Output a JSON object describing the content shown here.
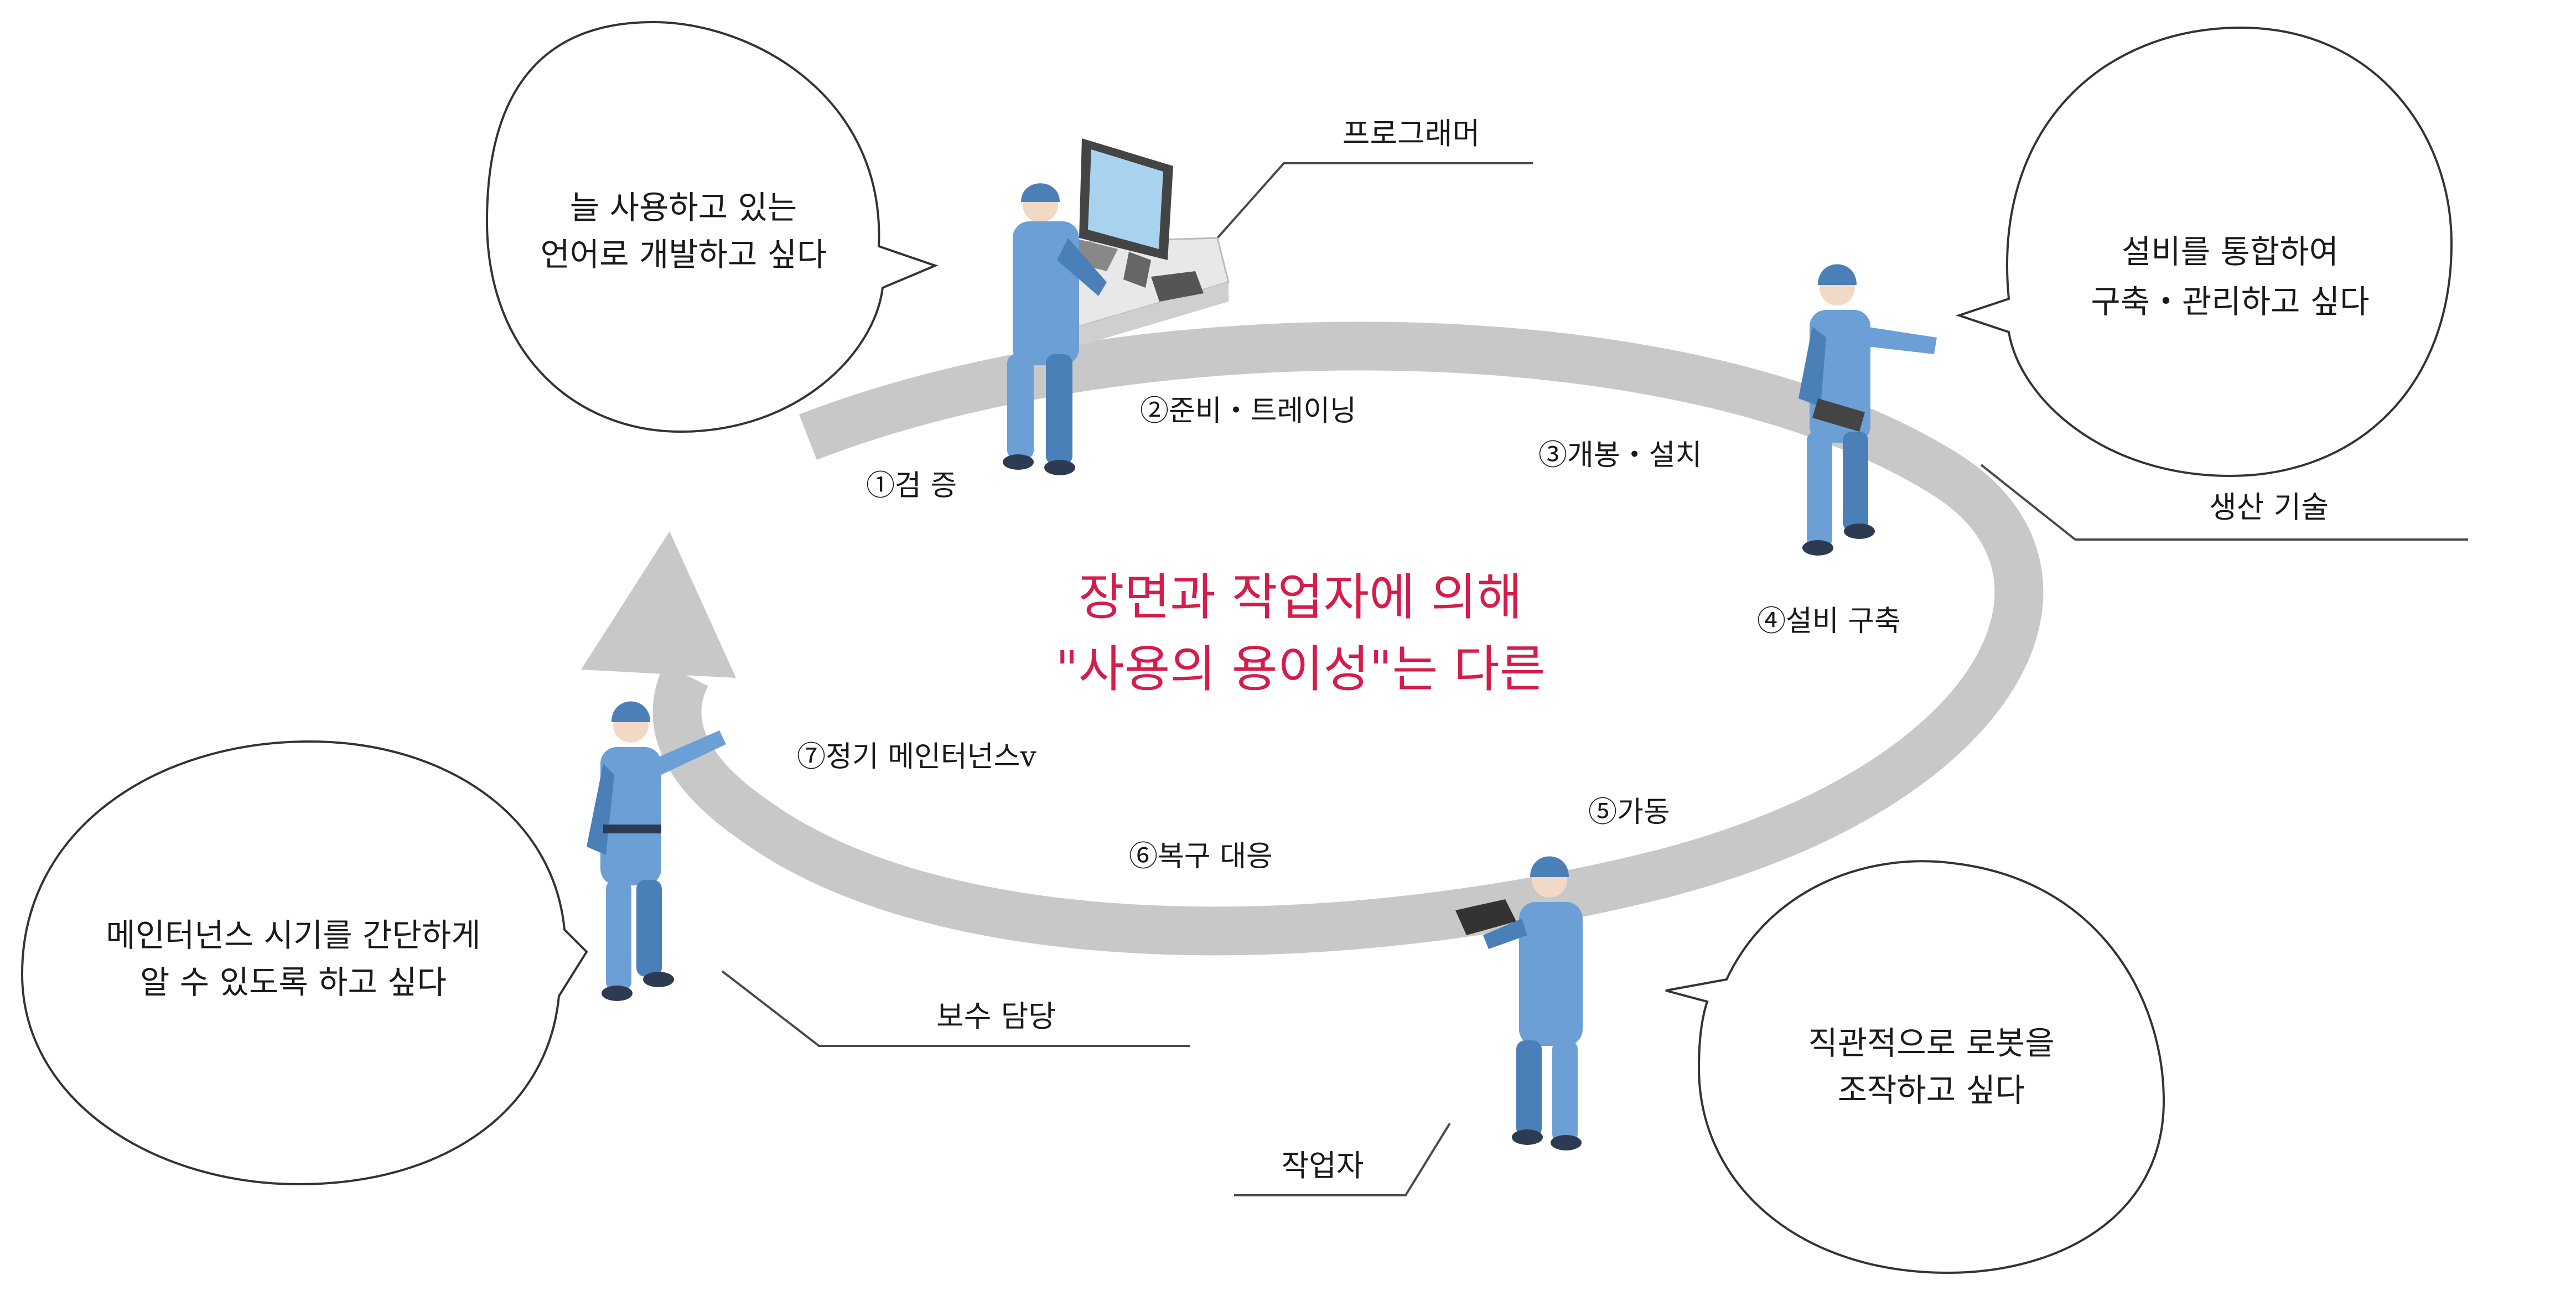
{
  "colors": {
    "arrow": "#c8c8c8",
    "worker_body": "#6b9fd6",
    "worker_shadow": "#4a7fb8",
    "headline": "#d41d4a",
    "text": "#1a1a1a"
  },
  "headline": {
    "line1": "장면과 작업자에 의해",
    "line2": "\"사용의 용이성\"는 다른"
  },
  "steps": [
    {
      "id": "step-1",
      "label": "①검 증"
    },
    {
      "id": "step-2",
      "label": "②준비・트레이닝"
    },
    {
      "id": "step-3",
      "label": "③개봉・설치"
    },
    {
      "id": "step-4",
      "label": "④설비 구축"
    },
    {
      "id": "step-5",
      "label": "⑤가동"
    },
    {
      "id": "step-6",
      "label": "⑥복구 대응"
    },
    {
      "id": "step-7",
      "label": "⑦정기 메인터넌스v"
    }
  ],
  "roles": {
    "programmer": "프로그래머",
    "production": "생산 기술",
    "maintenance": "보수 담당",
    "operator": "작업자"
  },
  "bubbles": {
    "programmer": {
      "line1": "늘 사용하고 있는",
      "line2": "언어로 개발하고 싶다"
    },
    "production": {
      "line1": "설비를 통합하여",
      "line2": "구축・관리하고 싶다"
    },
    "maintenance": {
      "line1": "메인터넌스 시기를 간단하게",
      "line2": "알 수 있도록 하고 싶다"
    },
    "operator": {
      "line1": "직관적으로 로봇을",
      "line2": "조작하고 싶다"
    }
  },
  "icons": {
    "programmer": "worker-at-computer-icon",
    "production": "worker-with-tablet-icon",
    "maintenance": "worker-pointing-icon",
    "operator": "worker-with-pendant-icon"
  }
}
